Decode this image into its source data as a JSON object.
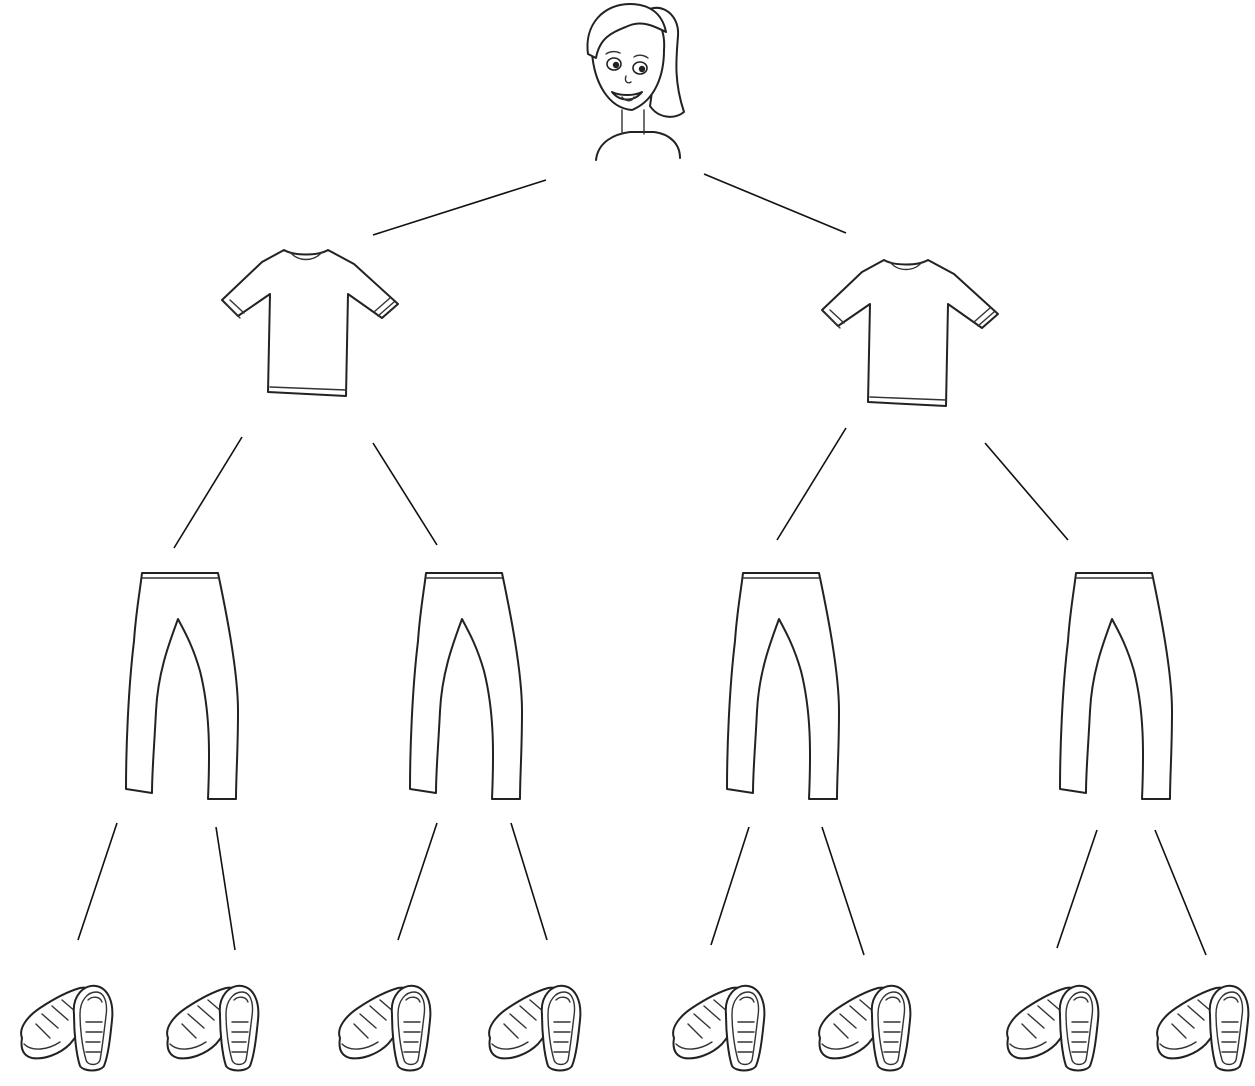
{
  "diagram": {
    "type": "tree",
    "root": {
      "icon": "girl-face-icon",
      "children": [
        {
          "icon": "t-shirt-icon",
          "children": [
            {
              "icon": "pants-icon",
              "children": [
                {
                  "icon": "sneakers-icon"
                },
                {
                  "icon": "sneakers-icon"
                }
              ]
            },
            {
              "icon": "pants-icon",
              "children": [
                {
                  "icon": "sneakers-icon"
                },
                {
                  "icon": "sneakers-icon"
                }
              ]
            }
          ]
        },
        {
          "icon": "t-shirt-icon",
          "children": [
            {
              "icon": "pants-icon",
              "children": [
                {
                  "icon": "sneakers-icon"
                },
                {
                  "icon": "sneakers-icon"
                }
              ]
            },
            {
              "icon": "pants-icon",
              "children": [
                {
                  "icon": "sneakers-icon"
                },
                {
                  "icon": "sneakers-icon"
                }
              ]
            }
          ]
        }
      ]
    },
    "level_counts": [
      1,
      2,
      4,
      8
    ],
    "colors": {
      "stroke": "#222222",
      "background": "#ffffff"
    }
  }
}
